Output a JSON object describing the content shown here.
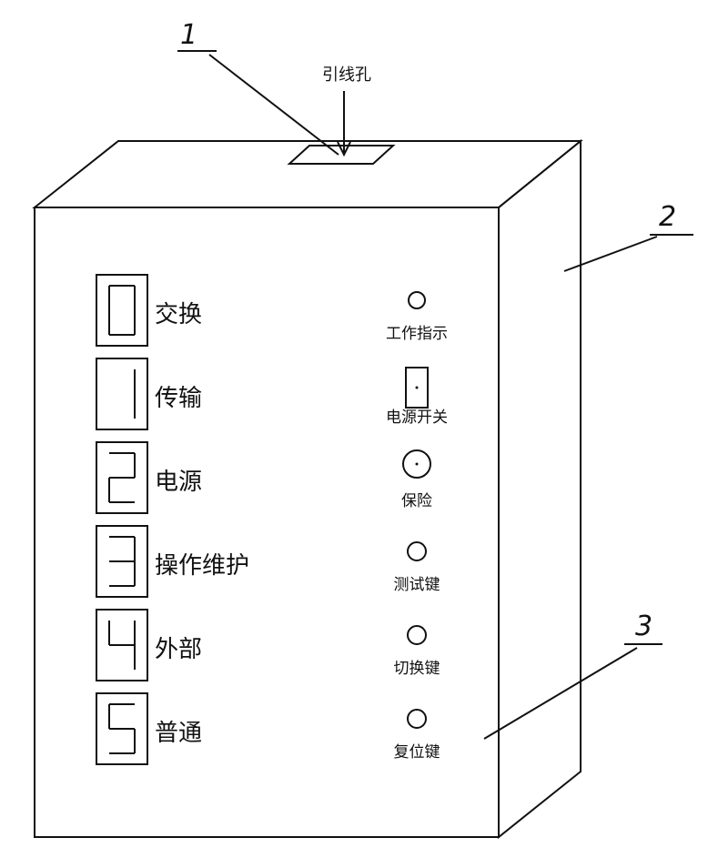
{
  "top_label": "引线孔",
  "callouts": [
    "1",
    "2",
    "3"
  ],
  "indicators": [
    {
      "digit": "0",
      "label": "交换"
    },
    {
      "digit": "1",
      "label": "传输"
    },
    {
      "digit": "2",
      "label": "电源"
    },
    {
      "digit": "3",
      "label": "操作维护"
    },
    {
      "digit": "4",
      "label": "外部"
    },
    {
      "digit": "5",
      "label": "普通"
    }
  ],
  "controls": [
    {
      "label": "工作指示",
      "kind": "led"
    },
    {
      "label": "电源开关",
      "kind": "switch"
    },
    {
      "label": "保险",
      "kind": "fuse"
    },
    {
      "label": "测试键",
      "kind": "button"
    },
    {
      "label": "切换键",
      "kind": "button"
    },
    {
      "label": "复位键",
      "kind": "button"
    }
  ]
}
